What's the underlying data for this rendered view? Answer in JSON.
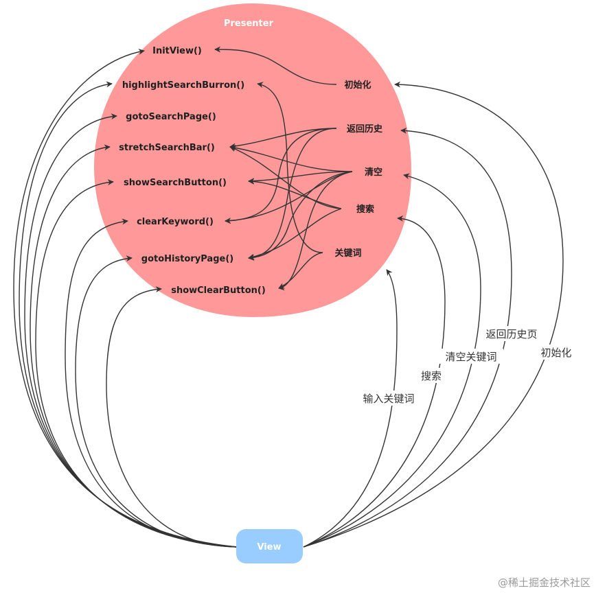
{
  "presenter": {
    "title": "Presenter",
    "fill": "#ff9999",
    "methods": [
      "InitView()",
      "highlightSearchBurron()",
      "gotoSearchPage()",
      "stretchSearchBar()",
      "showSearchButton()",
      "clearKeyword()",
      "gotoHistoryPage()",
      "showClearButton()"
    ],
    "actions": [
      "初始化",
      "返回历史",
      "清空",
      "搜索",
      "关键词"
    ]
  },
  "view": {
    "label": "View",
    "fill": "#99ccff"
  },
  "edge_labels": {
    "input_keyword": "输入关键词",
    "search": "搜索",
    "clear_keyword": "清空关键词",
    "back_history_page": "返回历史页",
    "init": "初始化"
  },
  "watermark": "@稀土掘金技术社区",
  "colors": {
    "edge": "#333333",
    "text": "#1f1f1f"
  }
}
